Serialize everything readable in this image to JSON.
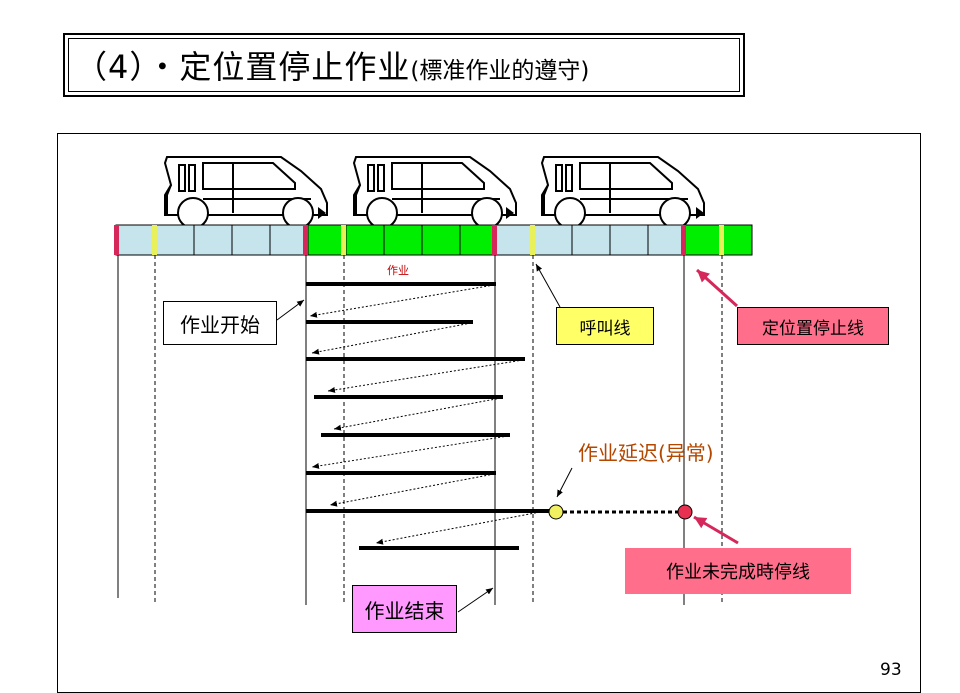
{
  "title": {
    "main": "（4）・定位置停止作业",
    "sub": "(標准作业的遵守)"
  },
  "labels": {
    "work_start": "作业开始",
    "call_line": "呼叫线",
    "fixed_stop_line": "定位置停止线",
    "work_end": "作业结束",
    "work_unfinished_stop_line": "作业未完成時停线",
    "work_delay": "作业延迟(异常)",
    "work": "作业"
  },
  "page_number": "93",
  "colors": {
    "conveyor_blue": "#c6e4ec",
    "conveyor_green": "#00ee00",
    "marker_red": "#d6275a",
    "marker_yellow": "#e8f05a",
    "call_yellow": "#ffff66",
    "stop_pink": "#ff6f8c",
    "end_magenta": "#ff99ff",
    "delay_text": "#b34700"
  },
  "icons": [
    "car-icon",
    "car-icon",
    "car-icon"
  ]
}
